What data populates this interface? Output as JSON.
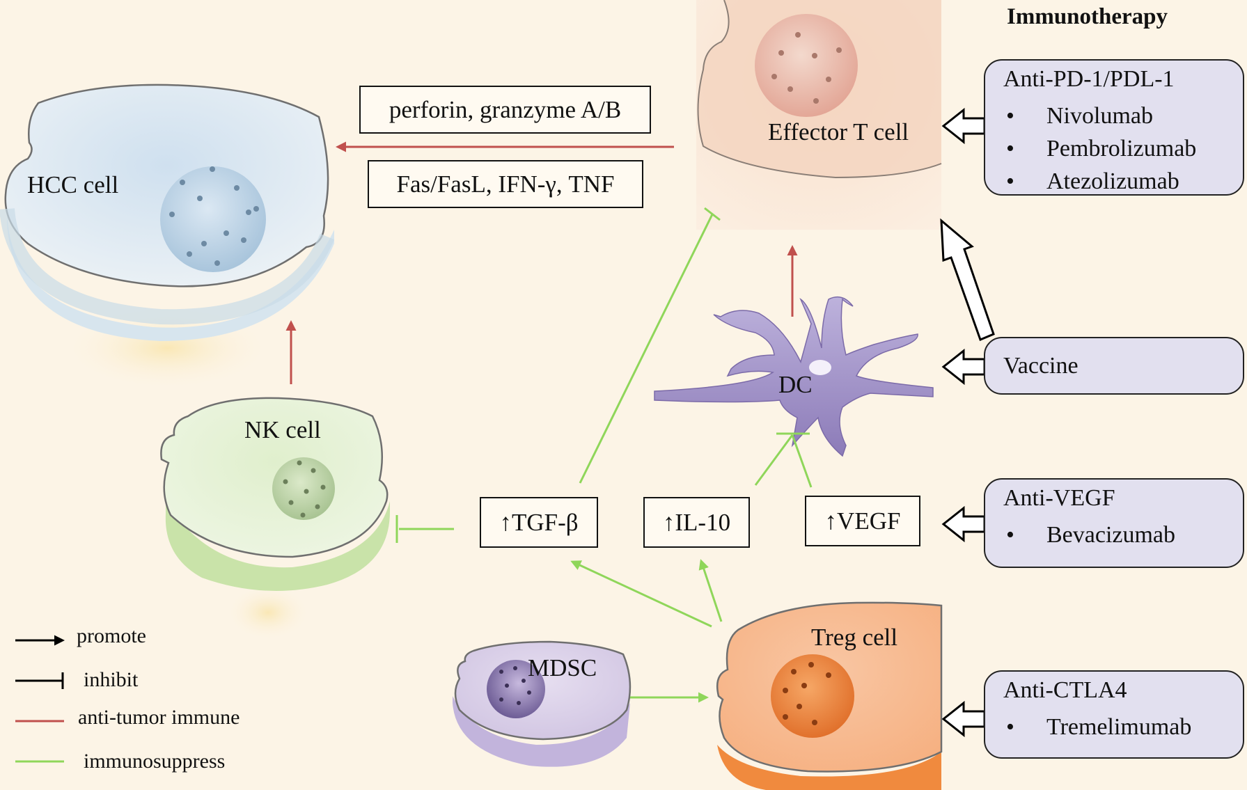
{
  "cells": {
    "hcc": "HCC cell",
    "effector_t": "Effector T cell",
    "nk": "NK cell",
    "dc": "DC",
    "mdsc": "MDSC",
    "treg": "Treg cell"
  },
  "factors": {
    "perforin": "perforin, granzyme A/B",
    "fas": "Fas/FasL, IFN-γ, TNF",
    "tgf": "↑TGF-β",
    "il10": "↑IL-10",
    "vegf": "↑VEGF"
  },
  "immunotherapy": {
    "heading": "Immunotherapy",
    "pd1": {
      "title": "Anti-PD-1/PDL-1",
      "items": [
        "Nivolumab",
        "Pembrolizumab",
        "Atezolizumab"
      ]
    },
    "vaccine": {
      "title": "Vaccine"
    },
    "vegf": {
      "title": "Anti-VEGF",
      "items": [
        "Bevacizumab"
      ]
    },
    "ctla4": {
      "title": "Anti-CTLA4",
      "items": [
        "Tremelimumab"
      ]
    }
  },
  "legend": {
    "promote": "promote",
    "inhibit": "inhibit",
    "anti_tumor": "anti-tumor immune",
    "immunosuppress": "immunosuppress"
  },
  "colors": {
    "background": "#fcf4e6",
    "anti_tumor": "#c0504d",
    "immunosuppress": "#8fd65a",
    "drug_box": "#e2e0ef",
    "hcc_cell": "#dde9f2",
    "effector_t_cell": "#f7d9c4",
    "nk_cell": "#dff0cf",
    "treg_cell": "#f8b98a",
    "mdsc_cell": "#ddd3ea",
    "dc_cell": "#a89acb"
  }
}
